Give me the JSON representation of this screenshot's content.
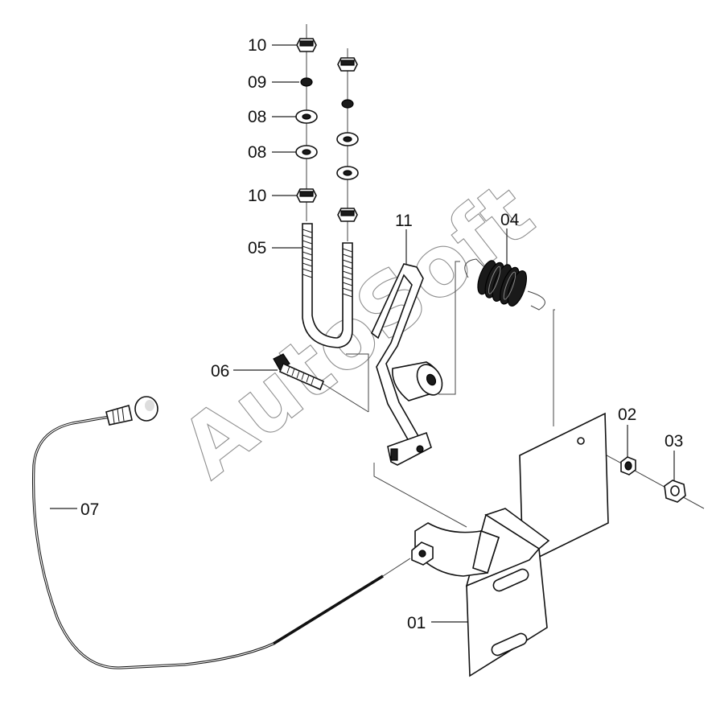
{
  "diagram": {
    "callouts": [
      {
        "id": "10a",
        "label": "10"
      },
      {
        "id": "09",
        "label": "09"
      },
      {
        "id": "08a",
        "label": "08"
      },
      {
        "id": "08b",
        "label": "08"
      },
      {
        "id": "10b",
        "label": "10"
      },
      {
        "id": "05",
        "label": "05"
      },
      {
        "id": "11",
        "label": "11"
      },
      {
        "id": "04",
        "label": "04"
      },
      {
        "id": "06",
        "label": "06"
      },
      {
        "id": "07",
        "label": "07"
      },
      {
        "id": "02",
        "label": "02"
      },
      {
        "id": "03",
        "label": "03"
      },
      {
        "id": "01",
        "label": "01"
      }
    ],
    "watermark": "AutoSoft"
  }
}
